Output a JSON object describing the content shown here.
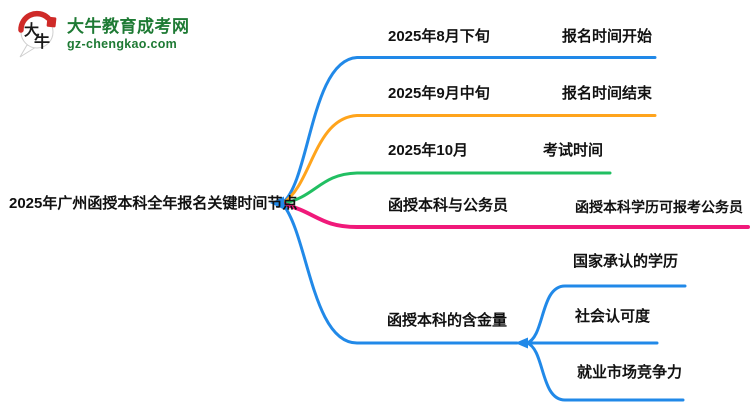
{
  "logo": {
    "site_name": "大牛教育成考网",
    "site_url": "gz-chengkao.com",
    "icon_char_top": "大",
    "icon_char_bottom": "牛",
    "brand_green": "#1e7a34",
    "brand_red": "#cf2a28"
  },
  "colors": {
    "blue": "#2189e8",
    "orange": "#ffa41c",
    "green": "#21bf62",
    "pink": "#f0197a"
  },
  "mindmap": {
    "root": {
      "label": "2025年广州函授本科全年报名关键时间节点"
    },
    "branches": [
      {
        "label": "2025年8月下旬",
        "color": "#2189e8",
        "children": [
          {
            "label": "报名时间开始"
          }
        ]
      },
      {
        "label": "2025年9月中旬",
        "color": "#ffa41c",
        "children": [
          {
            "label": "报名时间结束"
          }
        ]
      },
      {
        "label": "2025年10月",
        "color": "#21bf62",
        "children": [
          {
            "label": "考试时间"
          }
        ]
      },
      {
        "label": "函授本科与公务员",
        "color": "#f0197a",
        "children": [
          {
            "label": "函授本科学历可报考公务员"
          }
        ]
      },
      {
        "label": "函授本科的含金量",
        "color": "#2189e8",
        "children": [
          {
            "label": "国家承认的学历"
          },
          {
            "label": "社会认可度"
          },
          {
            "label": "就业市场竞争力"
          }
        ]
      }
    ]
  }
}
